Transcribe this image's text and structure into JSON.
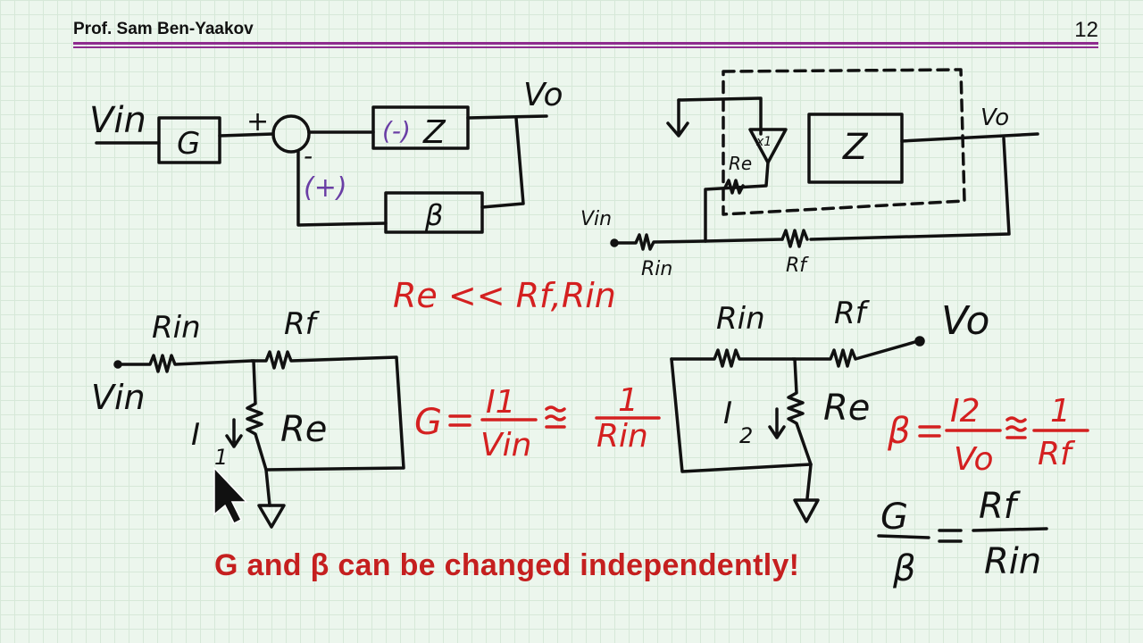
{
  "slide": {
    "author": "Prof. Sam Ben-Yaakov",
    "page_number": "12",
    "caption": "G and β can be changed independently!"
  },
  "block_diagram": {
    "input": "Vin",
    "gain_block": "G",
    "plus_sign": "+",
    "minus_sign": "-",
    "minus_note": "(+)",
    "forward_block_sign": "(-)",
    "forward_block": "Z",
    "feedback_block": "β",
    "output": "Vo"
  },
  "amp_circuit": {
    "buffer": "x1",
    "re": "Re",
    "z_block": "Z",
    "vo": "Vo",
    "vin": "Vin",
    "rin": "Rin",
    "rf": "Rf"
  },
  "condition_note": "Re << Rf,Rin",
  "g_circuit": {
    "rin": "Rin",
    "rf": "Rf",
    "vin": "Vin",
    "current": "I",
    "current_sub": "1",
    "re": "Re"
  },
  "g_equation": {
    "lhs": "G",
    "num": "I1",
    "den": "Vin",
    "approx_num": "1",
    "approx_den": "Rin"
  },
  "beta_circuit": {
    "rin": "Rin",
    "rf": "Rf",
    "vo": "Vo",
    "current": "I",
    "current_sub": "2",
    "re": "Re"
  },
  "beta_equation": {
    "lhs": "β",
    "num": "I2",
    "den": "Vo",
    "approx_num": "1",
    "approx_den": "Rf"
  },
  "ratio_equation": {
    "num_left": "G",
    "den_left": "β",
    "num_right": "Rf",
    "den_right": "Rin"
  },
  "colors": {
    "ink": "#111111",
    "red": "#d42020",
    "purple": "#6a3ea5",
    "header_rule": "#8e2c8e",
    "background": "#ecf6ed"
  }
}
